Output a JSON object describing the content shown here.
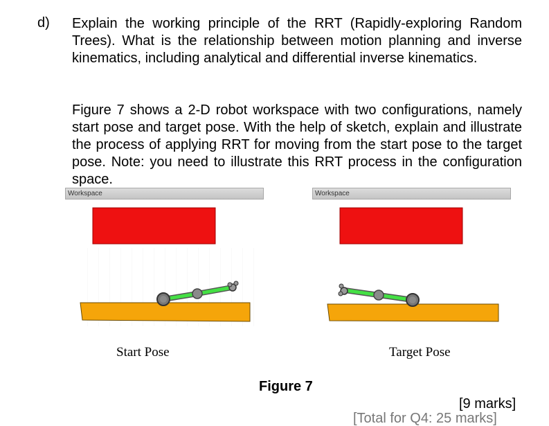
{
  "question": {
    "label": "d)",
    "paragraph1": "Explain the working principle of the RRT (Rapidly-exploring Random Trees). What is the relationship between motion planning and inverse kinematics, including analytical and differential inverse kinematics.",
    "paragraph2": "Figure 7 shows a 2-D robot workspace with two configurations, namely  start pose and target pose. With the help of sketch, explain and illustrate the process of applying RRT for moving from the start pose to the target pose. Note: you need to illustrate this RRT process in the configuration space."
  },
  "figure": {
    "panels": [
      {
        "workspace_label": "Workspace",
        "caption": "Start Pose"
      },
      {
        "workspace_label": "Workspace",
        "caption": "Target Pose"
      }
    ],
    "title": "Figure 7",
    "colors": {
      "obstacle": "#ee1111",
      "ground": "#f5a50a",
      "link": "#44e044",
      "joint": "#8a8a8a"
    }
  },
  "marks": "[9 marks]",
  "cutoff_text": "[Total for Q4: 25 marks]"
}
